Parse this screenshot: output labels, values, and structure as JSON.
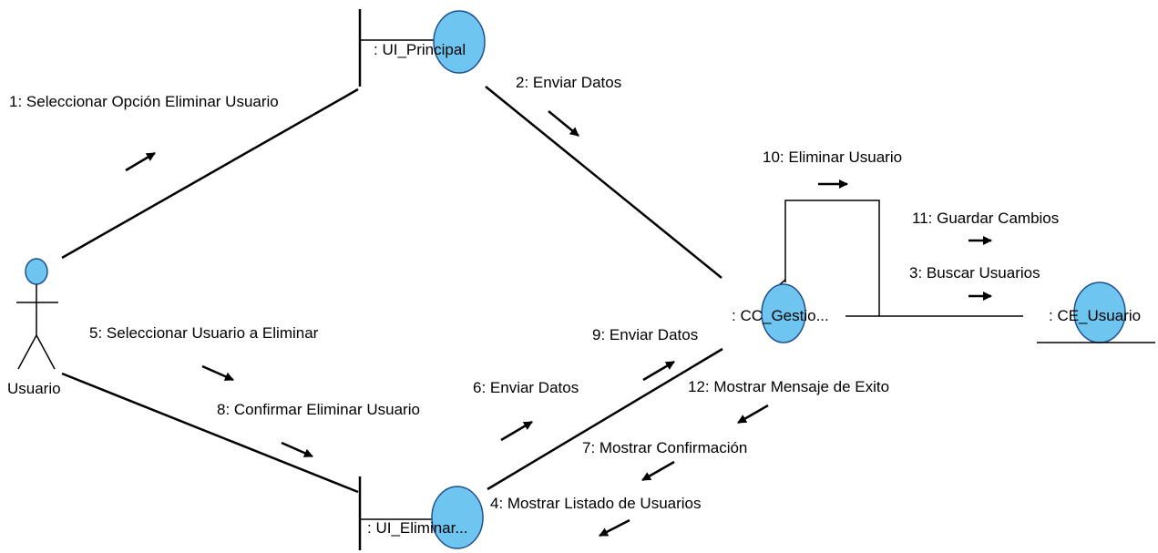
{
  "colors": {
    "node_fill": "#6ec6f0",
    "node_stroke": "#1f4f8f",
    "line": "#000000",
    "background": "#ffffff"
  },
  "actor": {
    "name": "Usuario"
  },
  "objects": {
    "ui_principal": {
      "label": ": UI_Principal",
      "kind": "boundary"
    },
    "cc_gestion": {
      "label": ": CC_Gestio...",
      "kind": "control"
    },
    "ce_usuario": {
      "label": ": CE_Usuario",
      "kind": "entity"
    },
    "ui_eliminar": {
      "label": ": UI_Eliminar...",
      "kind": "boundary"
    }
  },
  "messages": [
    {
      "label": "1: Seleccionar Opción Eliminar Usuario"
    },
    {
      "label": "2: Enviar Datos"
    },
    {
      "label": "3: Buscar Usuarios"
    },
    {
      "label": "4: Mostrar Listado de Usuarios"
    },
    {
      "label": "5: Seleccionar Usuario a Eliminar"
    },
    {
      "label": "6: Enviar Datos"
    },
    {
      "label": "7: Mostrar Confirmación"
    },
    {
      "label": "8: Confirmar Eliminar Usuario"
    },
    {
      "label": "9: Enviar Datos"
    },
    {
      "label": "10: Eliminar Usuario"
    },
    {
      "label": "11: Guardar Cambios"
    },
    {
      "label": "12: Mostrar Mensaje de Exito"
    }
  ]
}
